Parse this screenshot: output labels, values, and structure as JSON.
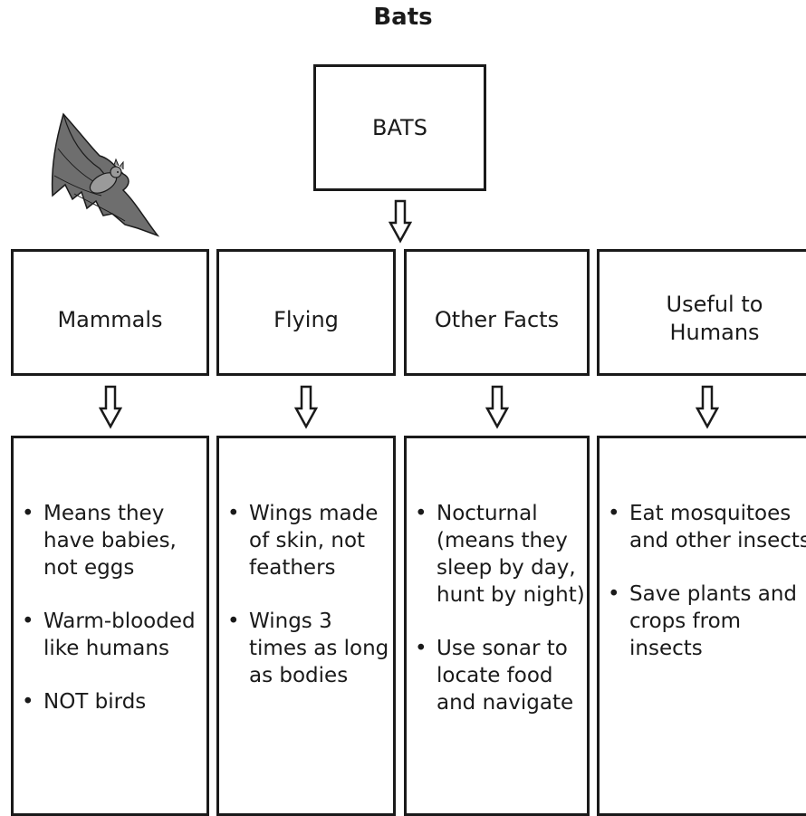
{
  "title": "Bats",
  "root": {
    "label": "BATS"
  },
  "categories": [
    {
      "label": "Mammals",
      "facts": [
        "Means they have babies, not eggs",
        "Warm-blooded like humans",
        "NOT birds"
      ]
    },
    {
      "label": "Flying",
      "facts": [
        "Wings made of skin, not feathers",
        "Wings 3 times as long as bodies"
      ]
    },
    {
      "label": "Other Facts",
      "facts": [
        "Nocturnal (means they sleep by day, hunt by night)",
        "Use sonar to locate food and navigate"
      ]
    },
    {
      "label": "Useful to Humans",
      "facts": [
        "Eat mosquitoes and other insects",
        "Save plants and crops from insects"
      ]
    }
  ],
  "icons": {
    "illustration": "bat-illustration",
    "arrow": "down-arrow-icon"
  }
}
